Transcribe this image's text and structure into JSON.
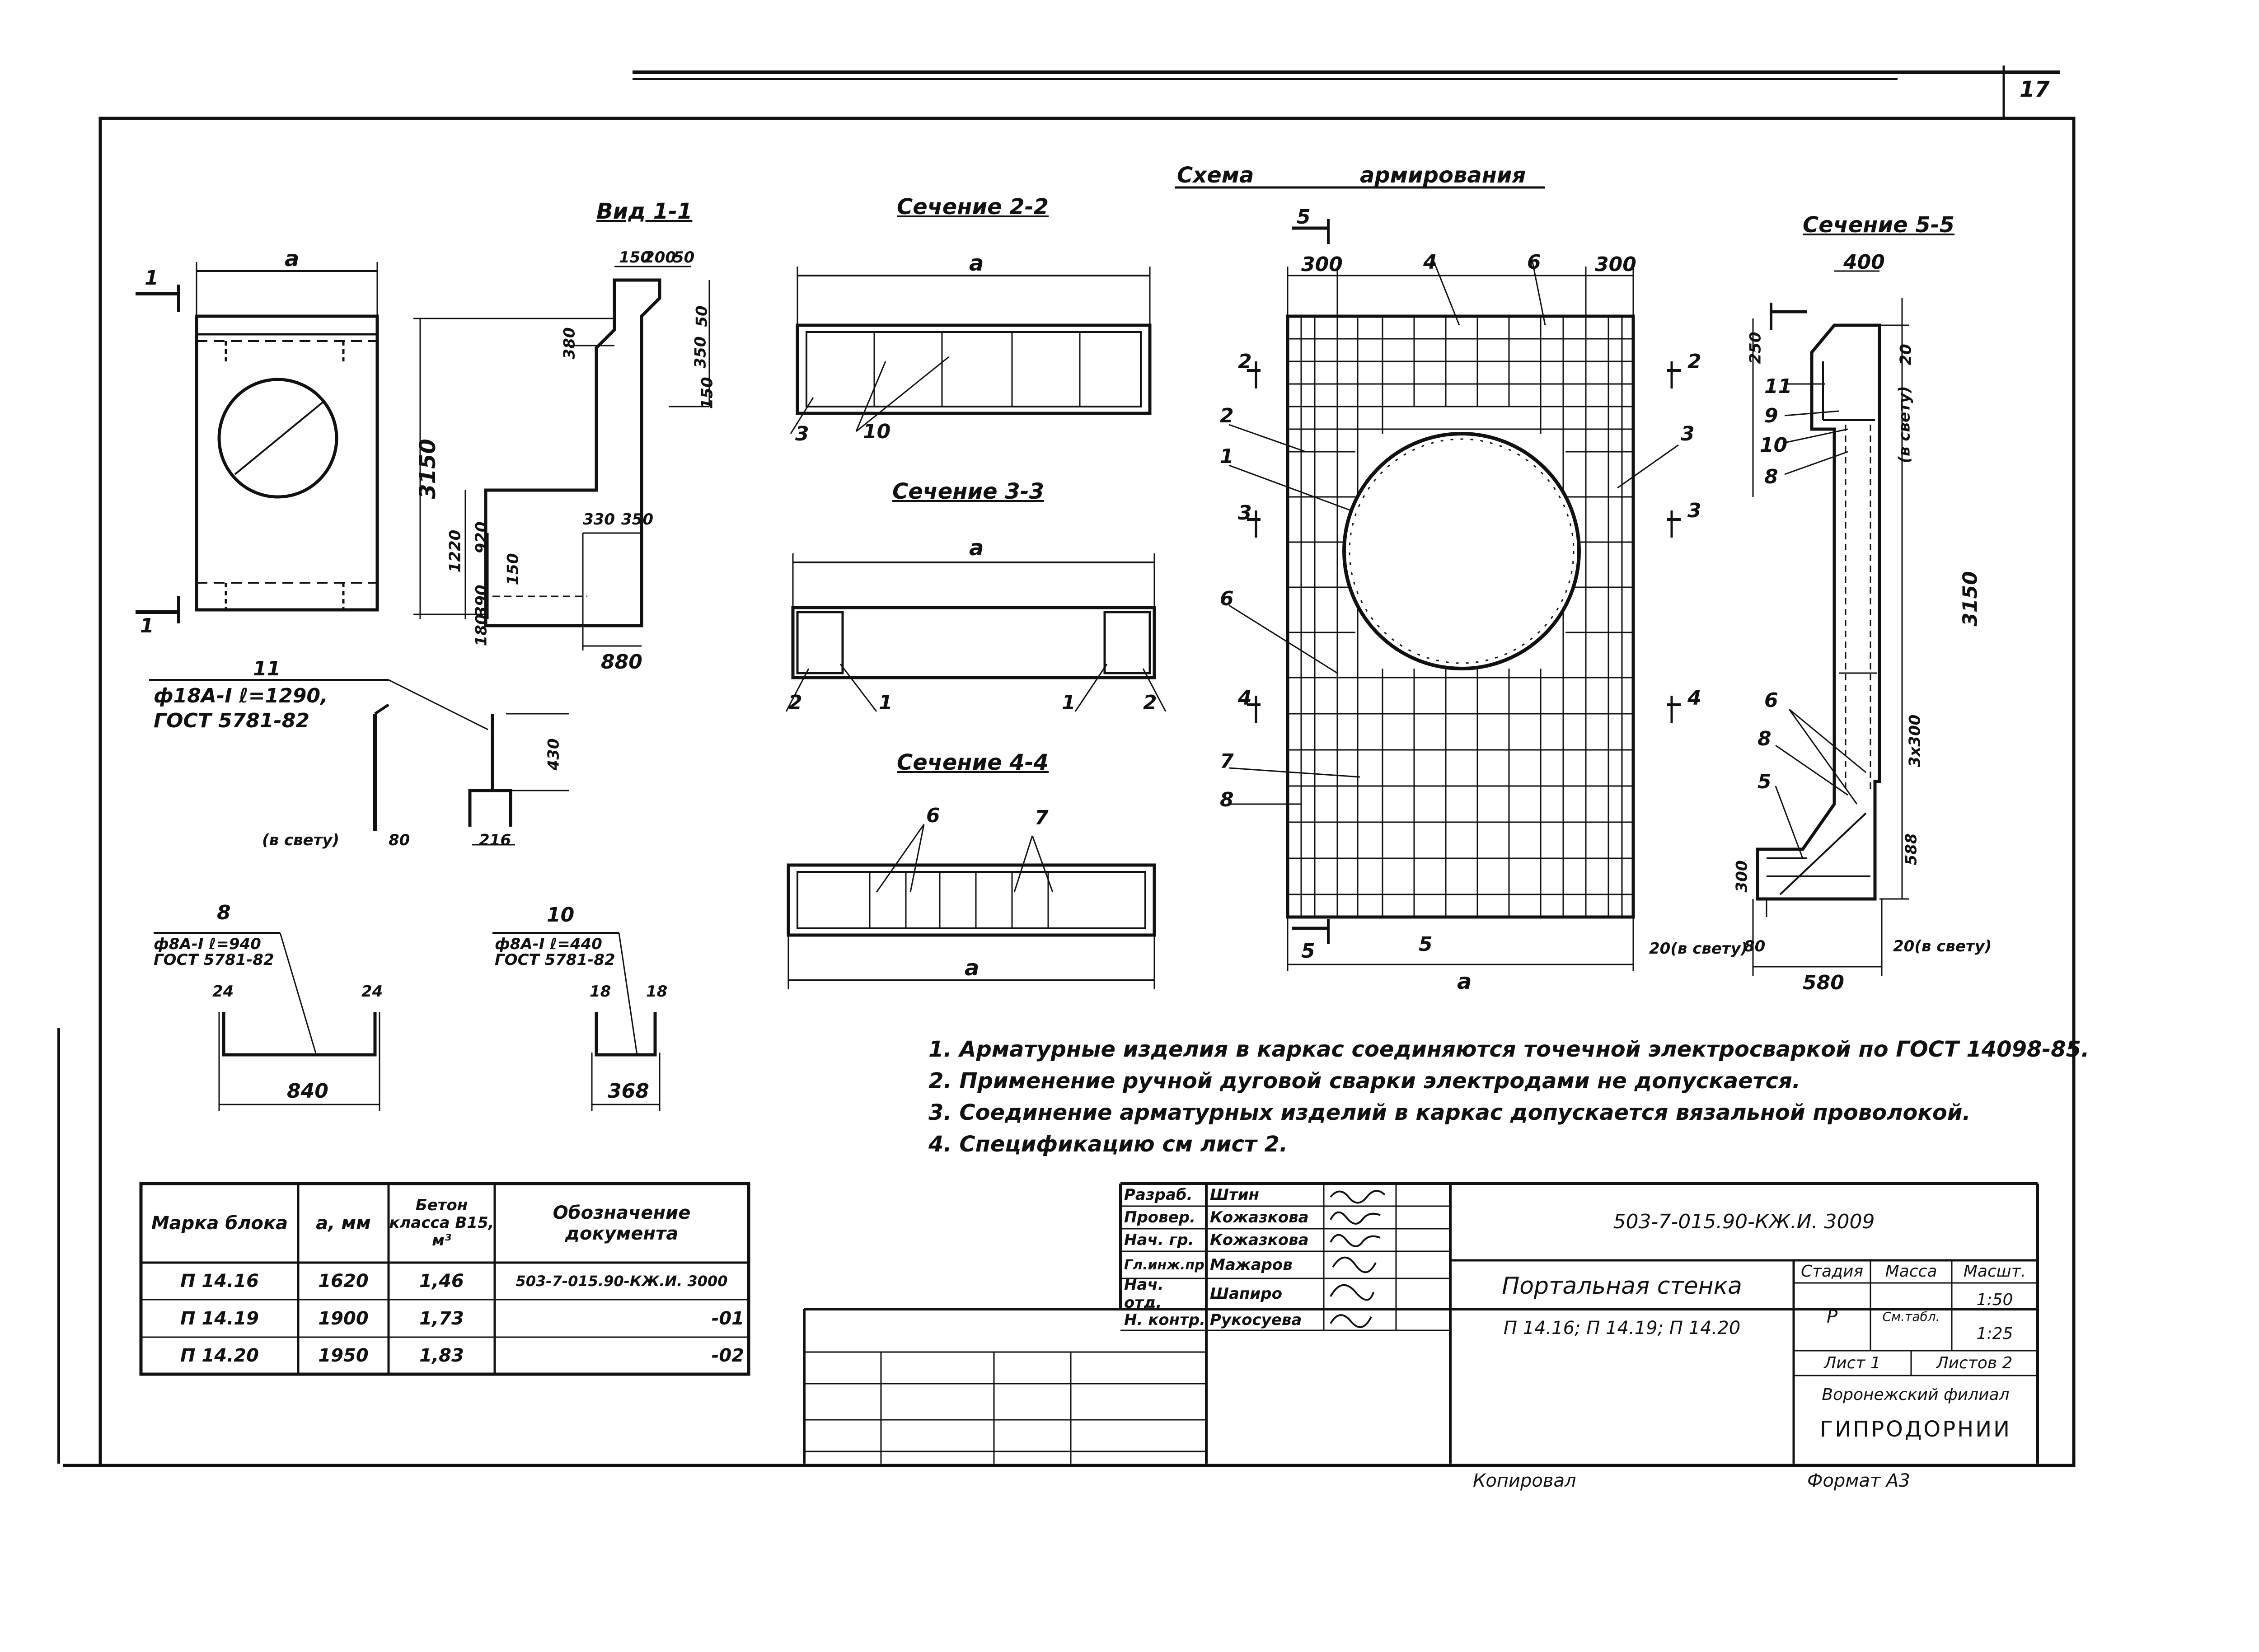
{
  "sheet_number": "17",
  "titles": {
    "vid_1_1": "Вид 1-1",
    "section_2_2": "Сечение 2-2",
    "section_3_3": "Сечение 3-3",
    "section_4_4": "Сечение 4-4",
    "section_5_5": "Сечение 5-5",
    "scheme_a": "Схема",
    "scheme_b": "армирования"
  },
  "front_view": {
    "dim_a": "a",
    "cut_mark": "1"
  },
  "side_view": {
    "dims": [
      "150",
      "200",
      "50",
      "380",
      "50",
      "350",
      "150",
      "3150",
      "1220",
      "920",
      "150",
      "390",
      "180",
      "330",
      "350",
      "880"
    ]
  },
  "section_2_2": {
    "dim": "a",
    "labels": [
      "3",
      "10"
    ]
  },
  "section_3_3": {
    "dim": "a",
    "labels": [
      "2",
      "1",
      "1",
      "2"
    ]
  },
  "section_4_4": {
    "dim": "a",
    "labels": [
      "6",
      "7"
    ]
  },
  "bar_11": {
    "mark": "11",
    "spec_line1": "ф18А-I ℓ=1290,",
    "spec_line2": "ГОСТ 5781-82",
    "dims": [
      "430",
      "216",
      "80"
    ],
    "note": "(в свету)"
  },
  "bar_8": {
    "mark": "8",
    "spec_line1": "ф8А-I ℓ=940",
    "spec_line2": "ГОСТ 5781-82",
    "dims": [
      "24",
      "24",
      "840"
    ]
  },
  "bar_10": {
    "mark": "10",
    "spec_line1": "ф8А-I ℓ=440",
    "spec_line2": "ГОСТ 5781-82",
    "dims": [
      "18",
      "18",
      "368"
    ]
  },
  "scheme": {
    "top_labels": [
      "5",
      "300",
      "4",
      "6",
      "300"
    ],
    "left_labels": [
      "2",
      "2",
      "1",
      "3",
      "6",
      "4",
      "7",
      "8",
      "5"
    ],
    "right_labels": [
      "2",
      "3",
      "3",
      "4"
    ],
    "bottom_labels": [
      "5",
      "a",
      "20(в свету)"
    ]
  },
  "section_5_5": {
    "labels": [
      "400",
      "250",
      "20",
      "(в свету)",
      "11",
      "9",
      "10",
      "8",
      "3150",
      "6",
      "8",
      "3x300",
      "5",
      "588",
      "300",
      "80",
      "580",
      "20(в свету)"
    ]
  },
  "notes": [
    "1. Арматурные изделия в каркас соединяются точечной электросваркой по ГОСТ 14098-85.",
    "2. Применение ручной дуговой сварки электродами не допускается.",
    "3. Соединение арматурных изделий в каркас допускается вязальной проволокой.",
    "4. Спецификацию см лист 2."
  ],
  "block_table": {
    "headers": [
      "Марка блока",
      "a, мм",
      "Бетон класса В15, м³",
      "Обозначение документа"
    ],
    "rows": [
      [
        "П 14.16",
        "1620",
        "1,46",
        "503-7-015.90-КЖ.И. 3000"
      ],
      [
        "П 14.19",
        "1900",
        "1,73",
        "-01"
      ],
      [
        "П 14.20",
        "1950",
        "1,83",
        "-02"
      ]
    ]
  },
  "title_block": {
    "doc_code": "503-7-015.90-КЖ.И. 3009",
    "roles": [
      "Разраб.",
      "Провер.",
      "Нач. гр.",
      "Гл.инж.пр.",
      "Нач. отд.",
      "Н. контр."
    ],
    "names": [
      "Штин",
      "Кожазкова",
      "Кожазкова",
      "Мажаров",
      "Шапиро",
      "Рукосуева"
    ],
    "name_line1": "Портальная стенка",
    "name_line2": "П 14.16;  П 14.19;  П 14.20",
    "stage_header": "Стадия",
    "mass_header": "Масса",
    "scale_header": "Масшт.",
    "stage": "Р",
    "mass": "См.табл.",
    "scale1": "1:50",
    "scale2": "1:25",
    "sheet": "Лист 1",
    "sheets": "Листов 2",
    "org1": "Воронежский филиал",
    "org2": "ГИПРОДОРНИИ"
  },
  "footer": {
    "copied": "Копировал",
    "format": "Формат А3"
  }
}
